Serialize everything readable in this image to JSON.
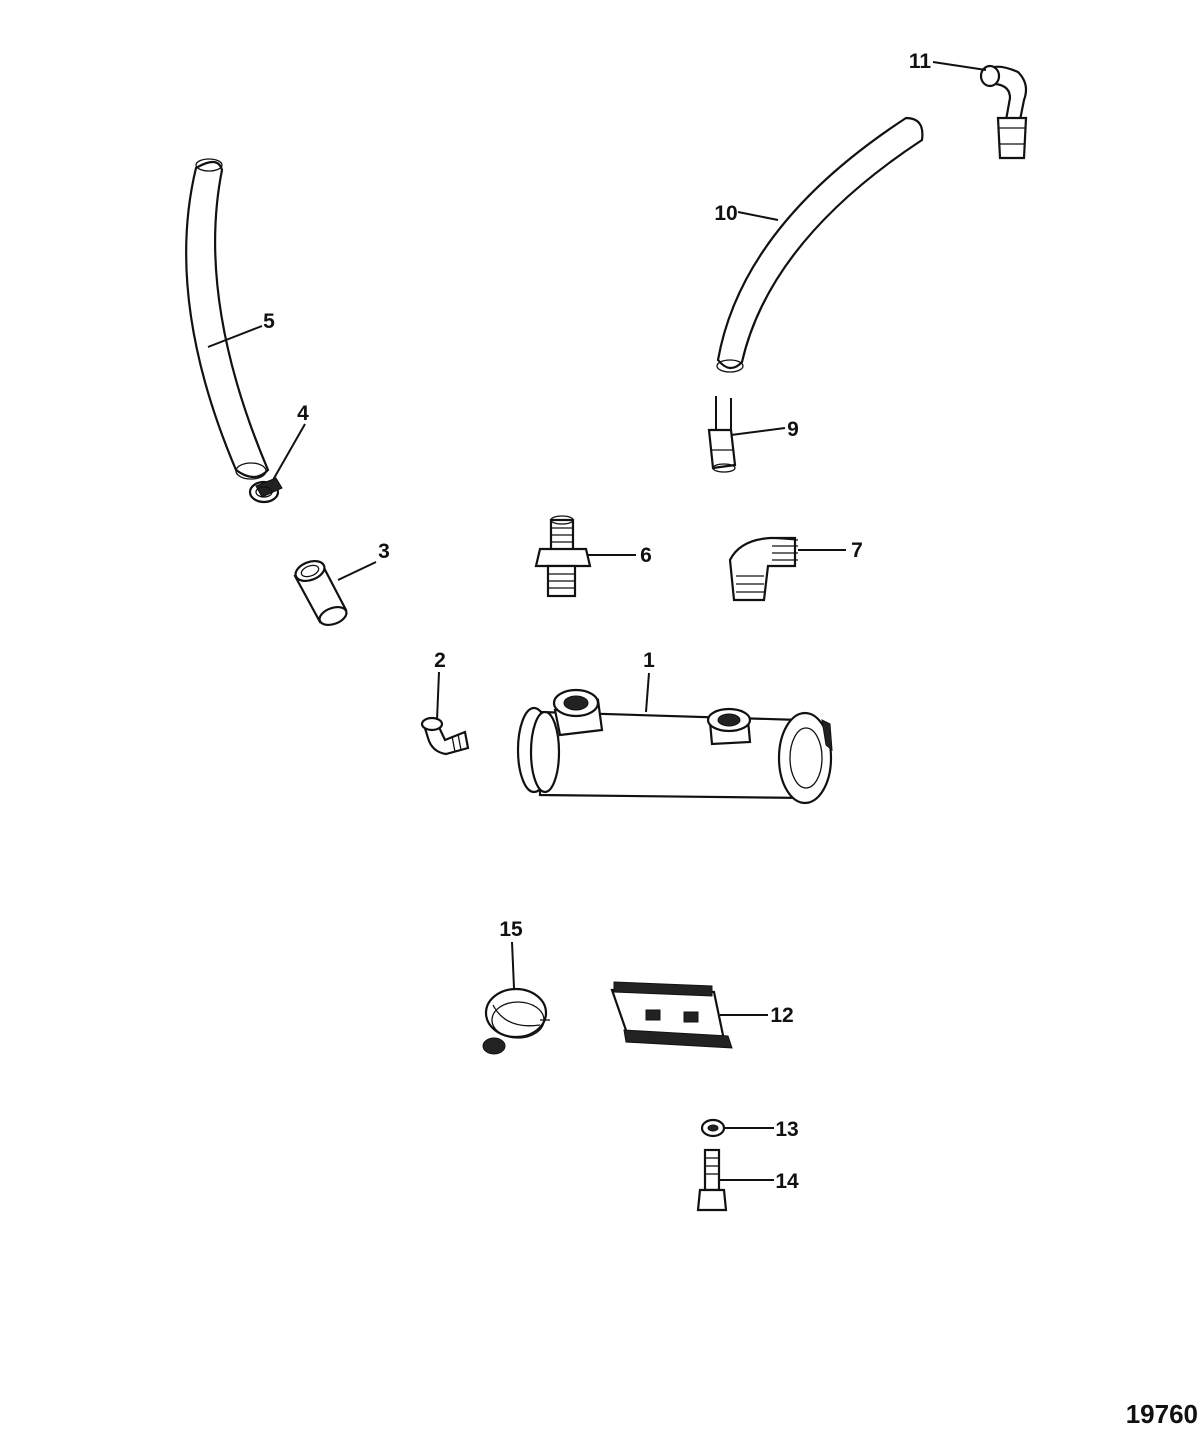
{
  "callouts": {
    "c1": "1",
    "c2": "2",
    "c3": "3",
    "c4": "4",
    "c5": "5",
    "c6": "6",
    "c7": "7",
    "c9": "9",
    "c10": "10",
    "c11": "11",
    "c12": "12",
    "c13": "13",
    "c14": "14",
    "c15": "15"
  },
  "figure_number": "19760"
}
